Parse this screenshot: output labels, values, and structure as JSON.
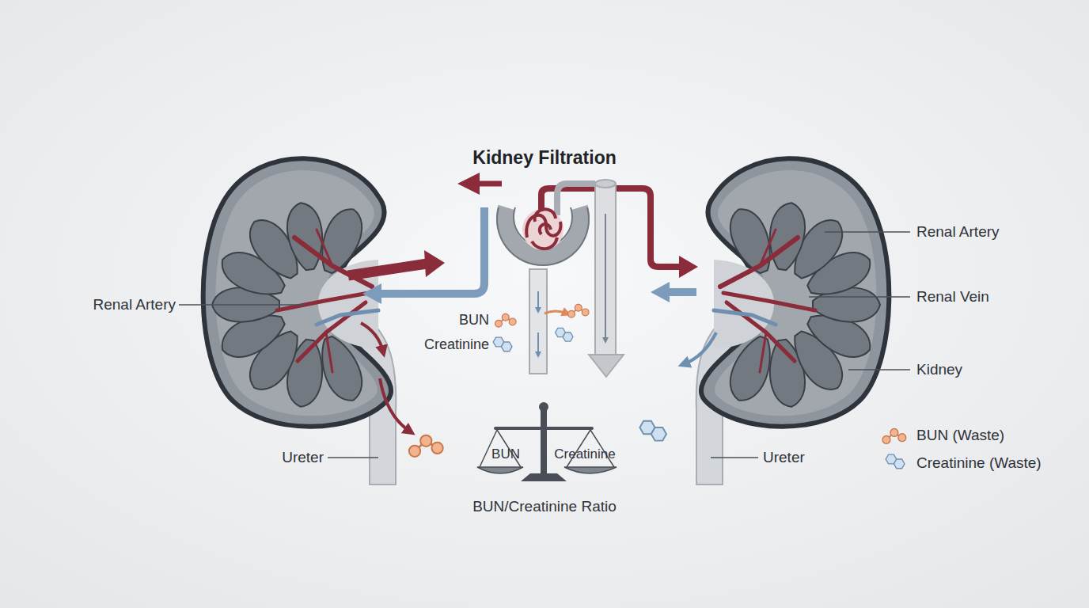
{
  "diagram": {
    "title": "Kidney Filtration",
    "labels": [
      "Renal Artery",
      "BUN",
      "Creatinine",
      "Ureter",
      "BUN",
      "Creatinine",
      "BUN/Creatinine Ratio",
      "Renal Artery",
      "Renal Vein",
      "Kidney",
      "Ureter"
    ],
    "legend": [
      {
        "text": "BUN (Waste)"
      },
      {
        "text": "Creatinine (Waste)"
      }
    ]
  }
}
